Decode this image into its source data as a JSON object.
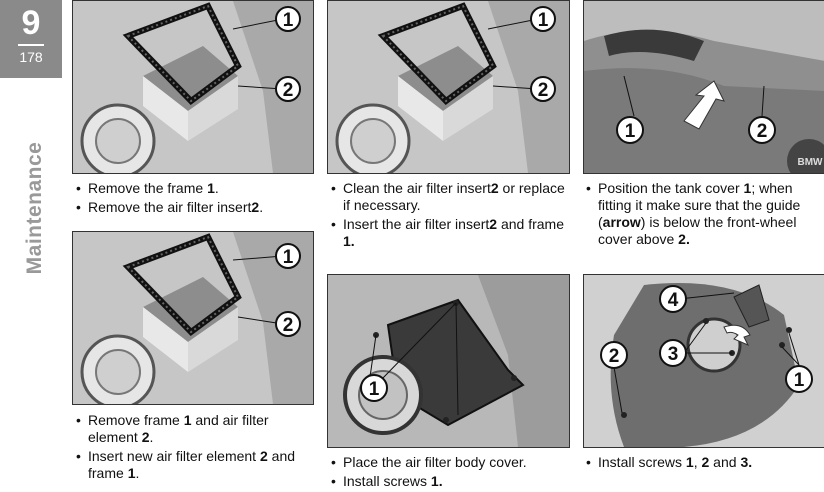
{
  "chapter": {
    "number": "9",
    "page": "178",
    "section": "Maintenance"
  },
  "panels": [
    {
      "id": "remove-frame",
      "callouts": [
        "1",
        "2"
      ],
      "steps": [
        [
          {
            "t": "Remove the frame "
          },
          {
            "t": "1",
            "b": true
          },
          {
            "t": "."
          }
        ],
        [
          {
            "t": "Remove the air filter insert"
          },
          {
            "t": "2",
            "b": true
          },
          {
            "t": "."
          }
        ]
      ]
    },
    {
      "id": "clean-insert",
      "callouts": [
        "1",
        "2"
      ],
      "steps": [
        [
          {
            "t": "Clean the air filter insert"
          },
          {
            "t": "2",
            "b": true
          },
          {
            "t": " or replace if necessary."
          }
        ],
        [
          {
            "t": "Insert the air filter insert"
          },
          {
            "t": "2",
            "b": true
          },
          {
            "t": " and frame "
          },
          {
            "t": "1.",
            "b": true
          }
        ]
      ]
    },
    {
      "id": "tank-cover",
      "callouts": [
        "1",
        "2"
      ],
      "steps": [
        [
          {
            "t": "Position the tank cover "
          },
          {
            "t": "1",
            "b": true
          },
          {
            "t": "; when fitting it make sure that the guide ("
          },
          {
            "t": "arrow",
            "b": true
          },
          {
            "t": ") is below the front-wheel cover above "
          },
          {
            "t": "2.",
            "b": true
          }
        ]
      ]
    },
    {
      "id": "new-element",
      "callouts": [
        "1",
        "2"
      ],
      "steps": [
        [
          {
            "t": "Remove frame "
          },
          {
            "t": "1",
            "b": true
          },
          {
            "t": " and air filter element "
          },
          {
            "t": "2",
            "b": true
          },
          {
            "t": "."
          }
        ],
        [
          {
            "t": "Insert new air filter element "
          },
          {
            "t": "2",
            "b": true
          },
          {
            "t": " and frame "
          },
          {
            "t": "1",
            "b": true
          },
          {
            "t": "."
          }
        ]
      ]
    },
    {
      "id": "body-cover",
      "callouts": [
        "1"
      ],
      "steps": [
        [
          {
            "t": "Place the air filter body cover."
          }
        ],
        [
          {
            "t": "Install screws "
          },
          {
            "t": "1.",
            "b": true
          }
        ]
      ]
    },
    {
      "id": "install-screws",
      "callouts": [
        "4",
        "2",
        "3",
        "1"
      ],
      "steps": [
        [
          {
            "t": "Install screws "
          },
          {
            "t": "1",
            "b": true
          },
          {
            "t": ", "
          },
          {
            "t": "2",
            "b": true
          },
          {
            "t": " and "
          },
          {
            "t": "3.",
            "b": true
          }
        ]
      ]
    }
  ],
  "logo_text": "BMW"
}
